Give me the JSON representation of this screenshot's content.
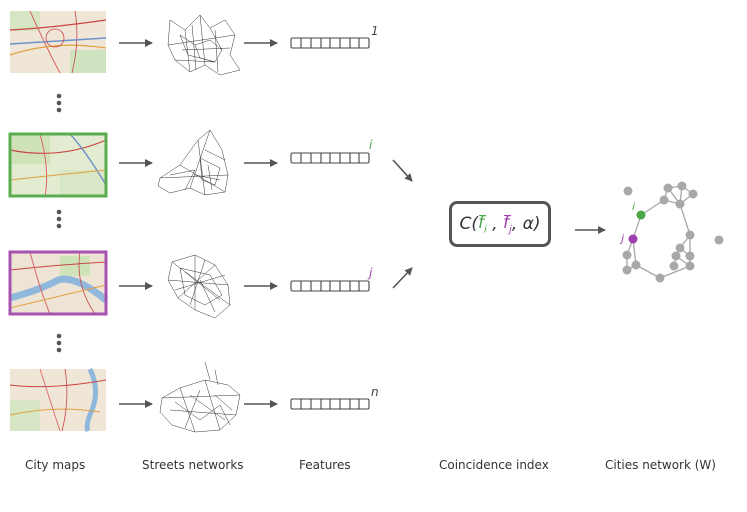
{
  "columns": {
    "city_maps": "City maps",
    "street_networks": "Streets networks",
    "features": "Features",
    "coincidence": "Coincidence index",
    "cities_network": "Cities network (W)"
  },
  "feature_indices": [
    "1",
    "i",
    "j",
    "n"
  ],
  "formula": {
    "prefix": "C(",
    "f1": "f",
    "f1_sub": "i",
    "sep1": " , ",
    "f2": "f",
    "f2_sub": "j",
    "suffix": ", α)"
  },
  "network_labels": {
    "node_i": "i",
    "node_j": "j"
  },
  "colors": {
    "highlight_i": "#4aa84a",
    "highlight_j": "#a040b0",
    "node": "#a8a8a8",
    "arrow": "#555555"
  },
  "icons": [
    "map-thumbnail",
    "street-network-graph",
    "feature-vector",
    "arrow-right",
    "vertical-ellipsis"
  ]
}
